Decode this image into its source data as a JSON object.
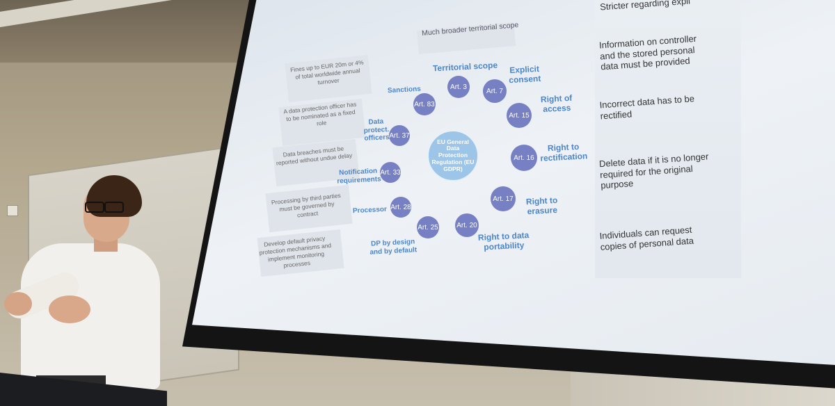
{
  "slide": {
    "header": "Much broader territorial scope",
    "center": "EU General Data Protection Regulation (EU GDPR)",
    "nodes": [
      {
        "art": "Art. 3",
        "label": "Territorial scope"
      },
      {
        "art": "Art. 7",
        "label": "Explicit consent"
      },
      {
        "art": "Art. 15",
        "label": "Right of access"
      },
      {
        "art": "Art. 16",
        "label": "Right to rectification"
      },
      {
        "art": "Art. 17",
        "label": "Right to erasure"
      },
      {
        "art": "Art. 20",
        "label": "Right to data portability"
      },
      {
        "art": "Art. 25",
        "label": "DP by design and by default"
      },
      {
        "art": "Art. 28",
        "label": "Processor"
      },
      {
        "art": "Art. 33",
        "label": "Notification requirements"
      },
      {
        "art": "Art. 37",
        "label": "Data protect. officers"
      },
      {
        "art": "Art. 83",
        "label": "Sanctions"
      }
    ],
    "left_notes": [
      "Fines up to EUR 20m or 4% of total worldwide annual turnover",
      "A data protection officer has to be nominated as a fixed role",
      "Data breaches must be reported without undue delay",
      "Processing by third parties must be governed by contract",
      "Develop default privacy protection mechanisms and implement monitoring processes"
    ],
    "right_notes": [
      "Stricter regarding expli",
      "Information on controller and the stored personal data must be provided",
      "Incorrect data has to be rectified",
      "Delete data if it is no longer required for the original purpose",
      "Individuals  can request copies of personal data"
    ]
  },
  "colors": {
    "node": "#7680c2",
    "hub": "#9cc5e8",
    "label": "#4d86c8"
  }
}
